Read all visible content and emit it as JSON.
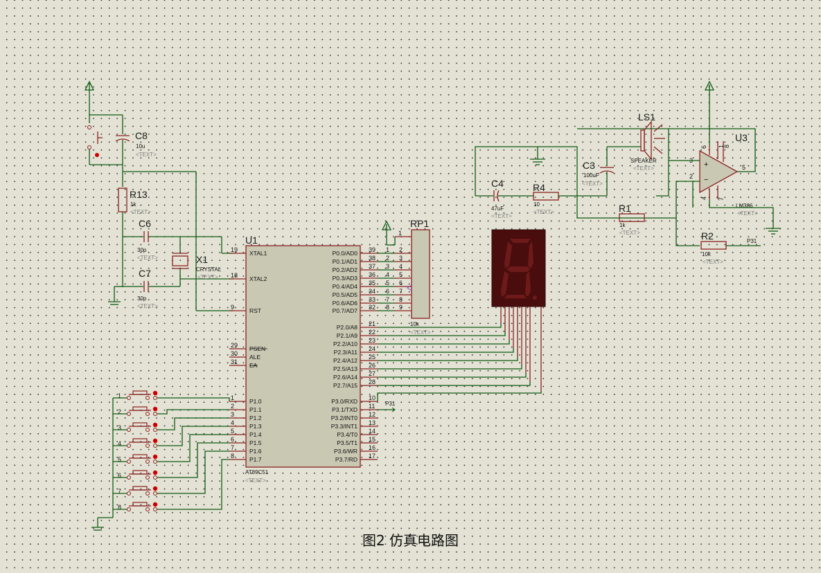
{
  "caption": "图2 仿真电路图",
  "text_placeholder": "<TEXT>",
  "components": {
    "c8": {
      "ref": "C8",
      "value": "10u"
    },
    "r13": {
      "ref": "R13",
      "value": "1k"
    },
    "c6": {
      "ref": "C6",
      "value": "30p"
    },
    "c7": {
      "ref": "C7",
      "value": "30p"
    },
    "x1": {
      "ref": "X1",
      "value": "CRYSTAL"
    },
    "u1": {
      "ref": "U1",
      "value": "AT89C51"
    },
    "rp1": {
      "ref": "RP1",
      "value": "10k"
    },
    "c4": {
      "ref": "C4",
      "value": "47uF"
    },
    "r4": {
      "ref": "R4",
      "value": "10"
    },
    "c3": {
      "ref": "C3",
      "value": "100uF"
    },
    "ls1": {
      "ref": "LS1",
      "value": "SPEAKER"
    },
    "u3": {
      "ref": "U3",
      "value": "LM386"
    },
    "r1": {
      "ref": "R1",
      "value": "1k"
    },
    "r2": {
      "ref": "R2",
      "value": "10k"
    }
  },
  "net_labels": {
    "p31_mcu": "P31",
    "p31_amp": "P31"
  },
  "u1_left_pins": [
    {
      "num": "19",
      "name": "XTAL1"
    },
    {
      "num": "18",
      "name": "XTAL2"
    },
    {
      "num": "9",
      "name": "RST"
    },
    {
      "num": "29",
      "name": "PSEN"
    },
    {
      "num": "30",
      "name": "ALE"
    },
    {
      "num": "31",
      "name": "EA"
    },
    {
      "num": "1",
      "name": "P1.0"
    },
    {
      "num": "2",
      "name": "P1.1"
    },
    {
      "num": "3",
      "name": "P1.2"
    },
    {
      "num": "4",
      "name": "P1.3"
    },
    {
      "num": "5",
      "name": "P1.4"
    },
    {
      "num": "6",
      "name": "P1.5"
    },
    {
      "num": "7",
      "name": "P1.6"
    },
    {
      "num": "8",
      "name": "P1.7"
    }
  ],
  "u1_right_pins": [
    {
      "num": "39",
      "name": "P0.0/AD0"
    },
    {
      "num": "38",
      "name": "P0.1/AD1"
    },
    {
      "num": "37",
      "name": "P0.2/AD2"
    },
    {
      "num": "36",
      "name": "P0.3/AD3"
    },
    {
      "num": "35",
      "name": "P0.4/AD4"
    },
    {
      "num": "34",
      "name": "P0.5/AD5"
    },
    {
      "num": "33",
      "name": "P0.6/AD6"
    },
    {
      "num": "32",
      "name": "P0.7/AD7"
    },
    {
      "num": "21",
      "name": "P2.0/A8"
    },
    {
      "num": "22",
      "name": "P2.1/A9"
    },
    {
      "num": "23",
      "name": "P2.2/A10"
    },
    {
      "num": "24",
      "name": "P2.3/A11"
    },
    {
      "num": "25",
      "name": "P2.4/A12"
    },
    {
      "num": "26",
      "name": "P2.5/A13"
    },
    {
      "num": "27",
      "name": "P2.6/A14"
    },
    {
      "num": "28",
      "name": "P2.7/A15"
    },
    {
      "num": "10",
      "name": "P3.0/RXD"
    },
    {
      "num": "11",
      "name": "P3.1/TXD"
    },
    {
      "num": "12",
      "name": "P3.2/INT0"
    },
    {
      "num": "13",
      "name": "P3.3/INT1"
    },
    {
      "num": "14",
      "name": "P3.4/T0"
    },
    {
      "num": "15",
      "name": "P3.5/T1"
    },
    {
      "num": "16",
      "name": "P3.6/WR"
    },
    {
      "num": "17",
      "name": "P3.7/RD"
    }
  ],
  "rp1_pins": [
    [
      "1",
      "2"
    ],
    [
      "2",
      "3"
    ],
    [
      "3",
      "4"
    ],
    [
      "4",
      "5"
    ],
    [
      "5",
      "6"
    ],
    [
      "6",
      "7"
    ],
    [
      "7",
      "8"
    ],
    [
      "8",
      "9"
    ]
  ],
  "rp1_top_pin": "1",
  "button_labels": [
    "1",
    "2",
    "3",
    "4",
    "5",
    "6",
    "7",
    "8"
  ],
  "u3_pins": {
    "in_plus": "3",
    "in_minus": "2",
    "out": "5",
    "vs": "6",
    "gnd": "4",
    "gain1": "1",
    "gain8": "8",
    "bypass": "7"
  },
  "colors": {
    "wire": "#0e5a12",
    "part": "#8b2020",
    "chip_body": "#c9c8b3",
    "display_bg": "#4a0d0d",
    "segment_off": "#6e1a1a",
    "background": "#e3e2d4"
  }
}
